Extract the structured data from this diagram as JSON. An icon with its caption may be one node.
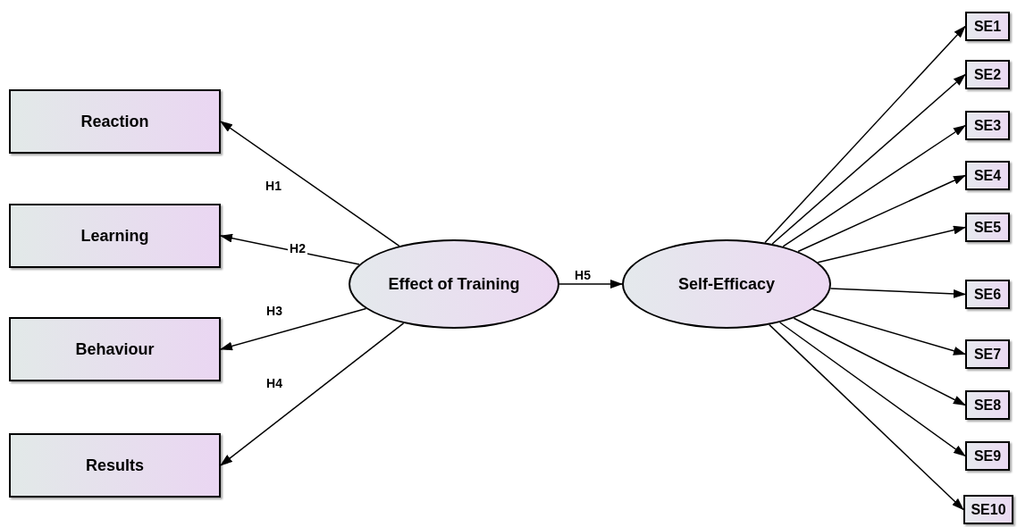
{
  "diagram": {
    "nodes": [
      {
        "text": [
          "Reaction"
        ]
      },
      {
        "text": [
          "Learning"
        ]
      },
      {
        "text": [
          "Behaviour"
        ]
      },
      {
        "text": [
          "Results"
        ]
      },
      {
        "text": [
          "Effect of Training"
        ]
      },
      {
        "text": [
          "Self-Efficacy"
        ]
      },
      {
        "text": [
          "SE1"
        ]
      },
      {
        "text": [
          "SE2"
        ]
      },
      {
        "text": [
          "SE3"
        ]
      },
      {
        "text": [
          "SE4"
        ]
      },
      {
        "text": [
          "SE5"
        ]
      },
      {
        "text": [
          "SE6"
        ]
      },
      {
        "text": [
          "SE7"
        ]
      },
      {
        "text": [
          "SE8"
        ]
      },
      {
        "text": [
          "SE9"
        ]
      },
      {
        "text": [
          "SE10"
        ]
      }
    ],
    "edges": [
      {
        "from": 4,
        "to": 0,
        "arrow": "to",
        "label": "H1"
      },
      {
        "from": 4,
        "to": 1,
        "arrow": "to",
        "label": "H2"
      },
      {
        "from": 4,
        "to": 2,
        "arrow": "to",
        "label": "H3"
      },
      {
        "from": 4,
        "to": 3,
        "arrow": "to",
        "label": "H4"
      },
      {
        "from": 4,
        "to": 5,
        "arrow": "to",
        "label": "H5"
      },
      {
        "from": 5,
        "to": 6,
        "arrow": "to"
      },
      {
        "from": 5,
        "to": 7,
        "arrow": "to"
      },
      {
        "from": 5,
        "to": 8,
        "arrow": "to"
      },
      {
        "from": 5,
        "to": 9,
        "arrow": "to"
      },
      {
        "from": 5,
        "to": 10,
        "arrow": "to"
      },
      {
        "from": 5,
        "to": 11,
        "arrow": "to"
      },
      {
        "from": 5,
        "to": 12,
        "arrow": "to"
      },
      {
        "from": 5,
        "to": 13,
        "arrow": "to"
      },
      {
        "from": 5,
        "to": 14,
        "arrow": "to"
      },
      {
        "from": 5,
        "to": 15,
        "arrow": "to"
      }
    ]
  }
}
